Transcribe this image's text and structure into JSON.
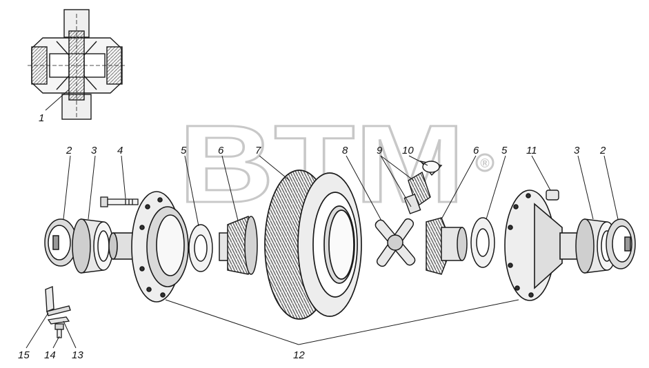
{
  "watermark": {
    "text": "BTM",
    "registered_mark": "®",
    "color": "#c8c8c8"
  },
  "callouts": {
    "n1": "1",
    "n2_left": "2",
    "n3_left": "3",
    "n4": "4",
    "n5_left": "5",
    "n6_left": "6",
    "n7": "7",
    "n8": "8",
    "n9": "9",
    "n10": "10",
    "n6_right": "6",
    "n5_right": "5",
    "n11": "11",
    "n3_right": "3",
    "n2_right": "2",
    "n15": "15",
    "n14": "14",
    "n13": "13",
    "n12": "12"
  },
  "colors": {
    "ink": "#1a1a1a",
    "shade": "#9a9a9a",
    "light": "#e6e6e6"
  }
}
